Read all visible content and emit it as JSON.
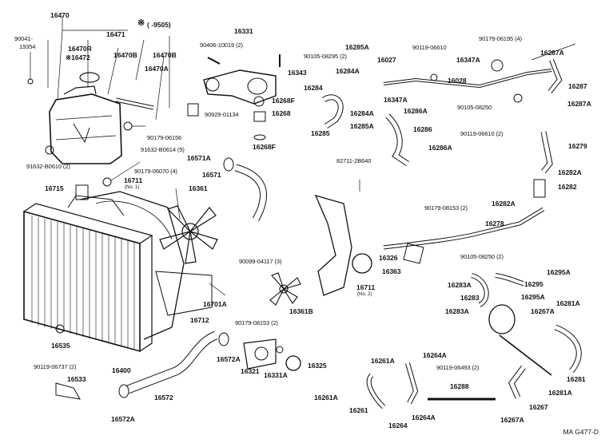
{
  "footer_code": "MA G477-D",
  "note_marker": "※",
  "note_range": "(   -9505)",
  "labels": {
    "p16470": "16470",
    "p90041": "90041-",
    "p19354": "19354",
    "p16471": "16471",
    "p16470R": "16470R",
    "p16472": "※16472",
    "p16470B_1": "16470B",
    "p16470B_2": "16470B",
    "p16470A": "16470A",
    "p16331": "16331",
    "p90406": "90406-10019 (2)",
    "p90105_08295": "90105-08295 (2)",
    "p16343": "16343",
    "p16268F_1": "16268F",
    "p16268": "16268",
    "p16268F_2": "16268F",
    "p90929": "90929-01134",
    "p90179_06156": "90179-06156",
    "p91632_B0614": "91632-B0614 (5)",
    "p91632_B0610": "91632-B0610 (2)",
    "p90179_06070": "90179-06070 (4)",
    "p16571A": "16571A",
    "p16571": "16571",
    "p16715": "16715",
    "p16711_top": "16711",
    "p16711_top_sub": "(No. 1)",
    "p16361": "16361",
    "p16285A": "16285A",
    "p16284A": "16284A",
    "p16027": "16027",
    "p16284": "16284",
    "p16347A_1": "16347A",
    "p16286A_1": "16286A",
    "p16284A_2": "16284A",
    "p16285A_2": "16285A",
    "p16285": "16285",
    "p16286": "16286",
    "p16286A_2": "16286A",
    "p82711": "82711-2B640",
    "p90119_06610": "90119-06610",
    "p90179_06195": "90179-06195 (4)",
    "p16347A_2": "16347A",
    "p16028": "16028",
    "p16287A_1": "16287A",
    "p16287": "16287",
    "p90105_08250_top": "90105-08250",
    "p16287A_2": "16287A",
    "p90119_06610_2": "90119-06610 (2)",
    "p16279": "16279",
    "p16282A_1": "16282A",
    "p16282": "16282",
    "p16282A_2": "16282A",
    "p90179_08153": "90179-08153 (2)",
    "p16278": "16278",
    "p16326": "16326",
    "p16363": "16363",
    "p90105_08250_mid": "90105-08250 (2)",
    "p16295A_1": "16295A",
    "p16295": "16295",
    "p16295A_2": "16295A",
    "p16283A_1": "16283A",
    "p16283": "16283",
    "p16283A_2": "16283A",
    "p90099": "90099-04117 (3)",
    "p16711_mid": "16711",
    "p16711_mid_sub": "(No. 2)",
    "p16361B": "16361B",
    "p16701A": "16701A",
    "p16712": "16712",
    "p16267A_1": "16267A",
    "p16281A_1": "16281A",
    "p90179_08153_2": "90179-08153 (2)",
    "p16572A_1": "16572A",
    "p16321": "16321",
    "p16331A": "16331A",
    "p16325": "16325",
    "p16535": "16535",
    "p16400": "16400",
    "p90119_06737": "90119-06737 (2)",
    "p16533": "16533",
    "p16572": "16572",
    "p16572A_2": "16572A",
    "p16261A_1": "16261A",
    "p16264A_1": "16264A",
    "p90119_06493": "90119-06493 (2)",
    "p16288": "16288",
    "p16261A_2": "16261A",
    "p16261": "16261",
    "p16264": "16264",
    "p16264A_2": "16264A",
    "p16267A_2": "16267A",
    "p16267": "16267",
    "p16281": "16281",
    "p16281A_2": "16281A"
  }
}
